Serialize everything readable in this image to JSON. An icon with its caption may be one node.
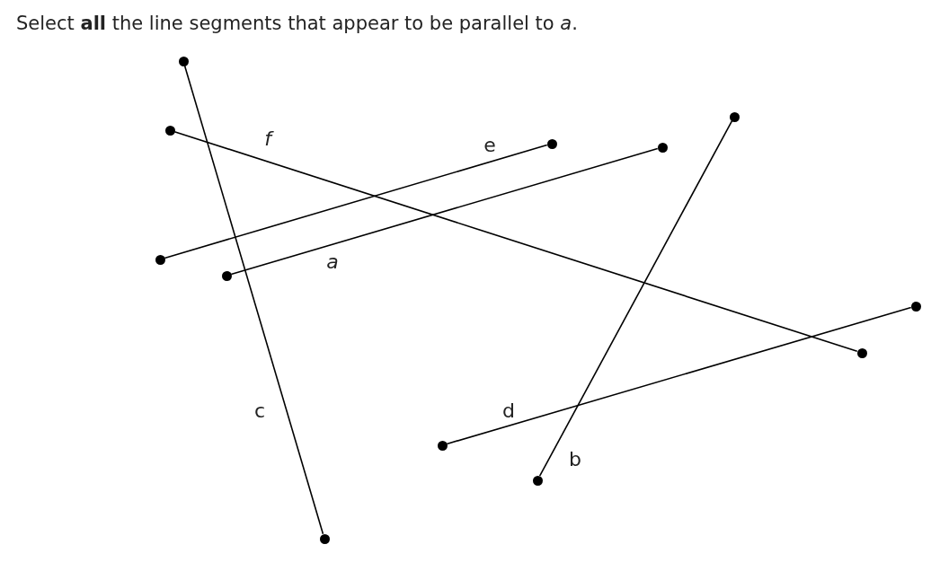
{
  "diagram": {
    "title": "Select **all** the line segments that appear to be parallel to *a*.",
    "nodes": [
      {
        "text": [],
        "shape": "circle"
      },
      {
        "text": [],
        "shape": "circle"
      },
      {
        "text": [],
        "shape": "circle"
      },
      {
        "text": [],
        "shape": "circle"
      },
      {
        "text": [],
        "shape": "circle"
      },
      {
        "text": [],
        "shape": "circle"
      },
      {
        "text": [],
        "shape": "circle"
      },
      {
        "text": [],
        "shape": "circle"
      },
      {
        "text": [],
        "shape": "circle"
      },
      {
        "text": [],
        "shape": "circle"
      },
      {
        "text": [],
        "shape": "circle"
      },
      {
        "text": [],
        "shape": "circle"
      }
    ],
    "edges": [
      {
        "from": 6,
        "to": 4,
        "arrow": "none",
        "label": "a"
      },
      {
        "from": 10,
        "to": 1,
        "arrow": "none",
        "label": "b"
      },
      {
        "from": 0,
        "to": 11,
        "arrow": "none",
        "label": "c"
      },
      {
        "from": 9,
        "to": 7,
        "arrow": "none",
        "label": "d"
      },
      {
        "from": 5,
        "to": 3,
        "arrow": "none",
        "label": "e"
      },
      {
        "from": 2,
        "to": 8,
        "arrow": "none",
        "label": "f"
      }
    ]
  }
}
